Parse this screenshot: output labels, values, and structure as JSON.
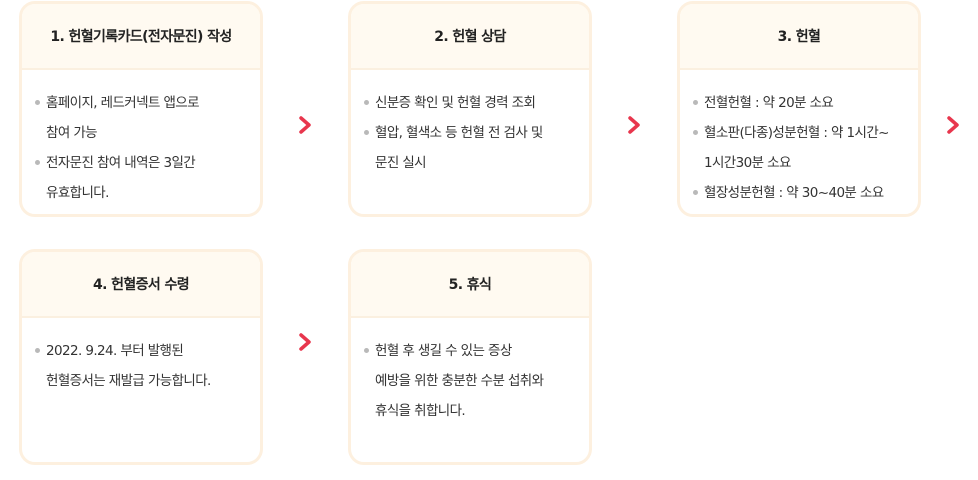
{
  "steps": [
    {
      "title": "1. 헌혈기록카드(전자문진) 작성",
      "items": [
        "홈페이지, 레드커넥트 앱으로\n참여 가능",
        "전자문진 참여 내역은 3일간\n유효합니다."
      ]
    },
    {
      "title": "2. 헌혈 상담",
      "items": [
        "신분증 확인 및 헌혈 경력 조회",
        "혈압, 혈색소 등 헌혈 전 검사 및\n문진 실시"
      ]
    },
    {
      "title": "3. 헌혈",
      "items": [
        "전혈헌혈 : 약 20분 소요",
        "혈소판(다종)성분헌혈 : 약 1시간~\n1시간30분 소요",
        "혈장성분헌혈 : 약 30~40분 소요"
      ]
    },
    {
      "title": "4. 헌혈증서 수령",
      "items": [
        "2022. 9.24. 부터 발행된\n헌혈증서는 재발급 가능합니다."
      ]
    },
    {
      "title": "5. 휴식",
      "items": [
        "헌혈 후 생길 수 있는 증상\n예방을 위한 충분한 수분 섭취와\n휴식을 취합니다."
      ]
    }
  ],
  "colors": {
    "arrow": "#e8364d",
    "card_border": "#fdf0df",
    "card_header": "#fffaf1"
  },
  "icons": {
    "arrow": "chevron-right-icon"
  }
}
